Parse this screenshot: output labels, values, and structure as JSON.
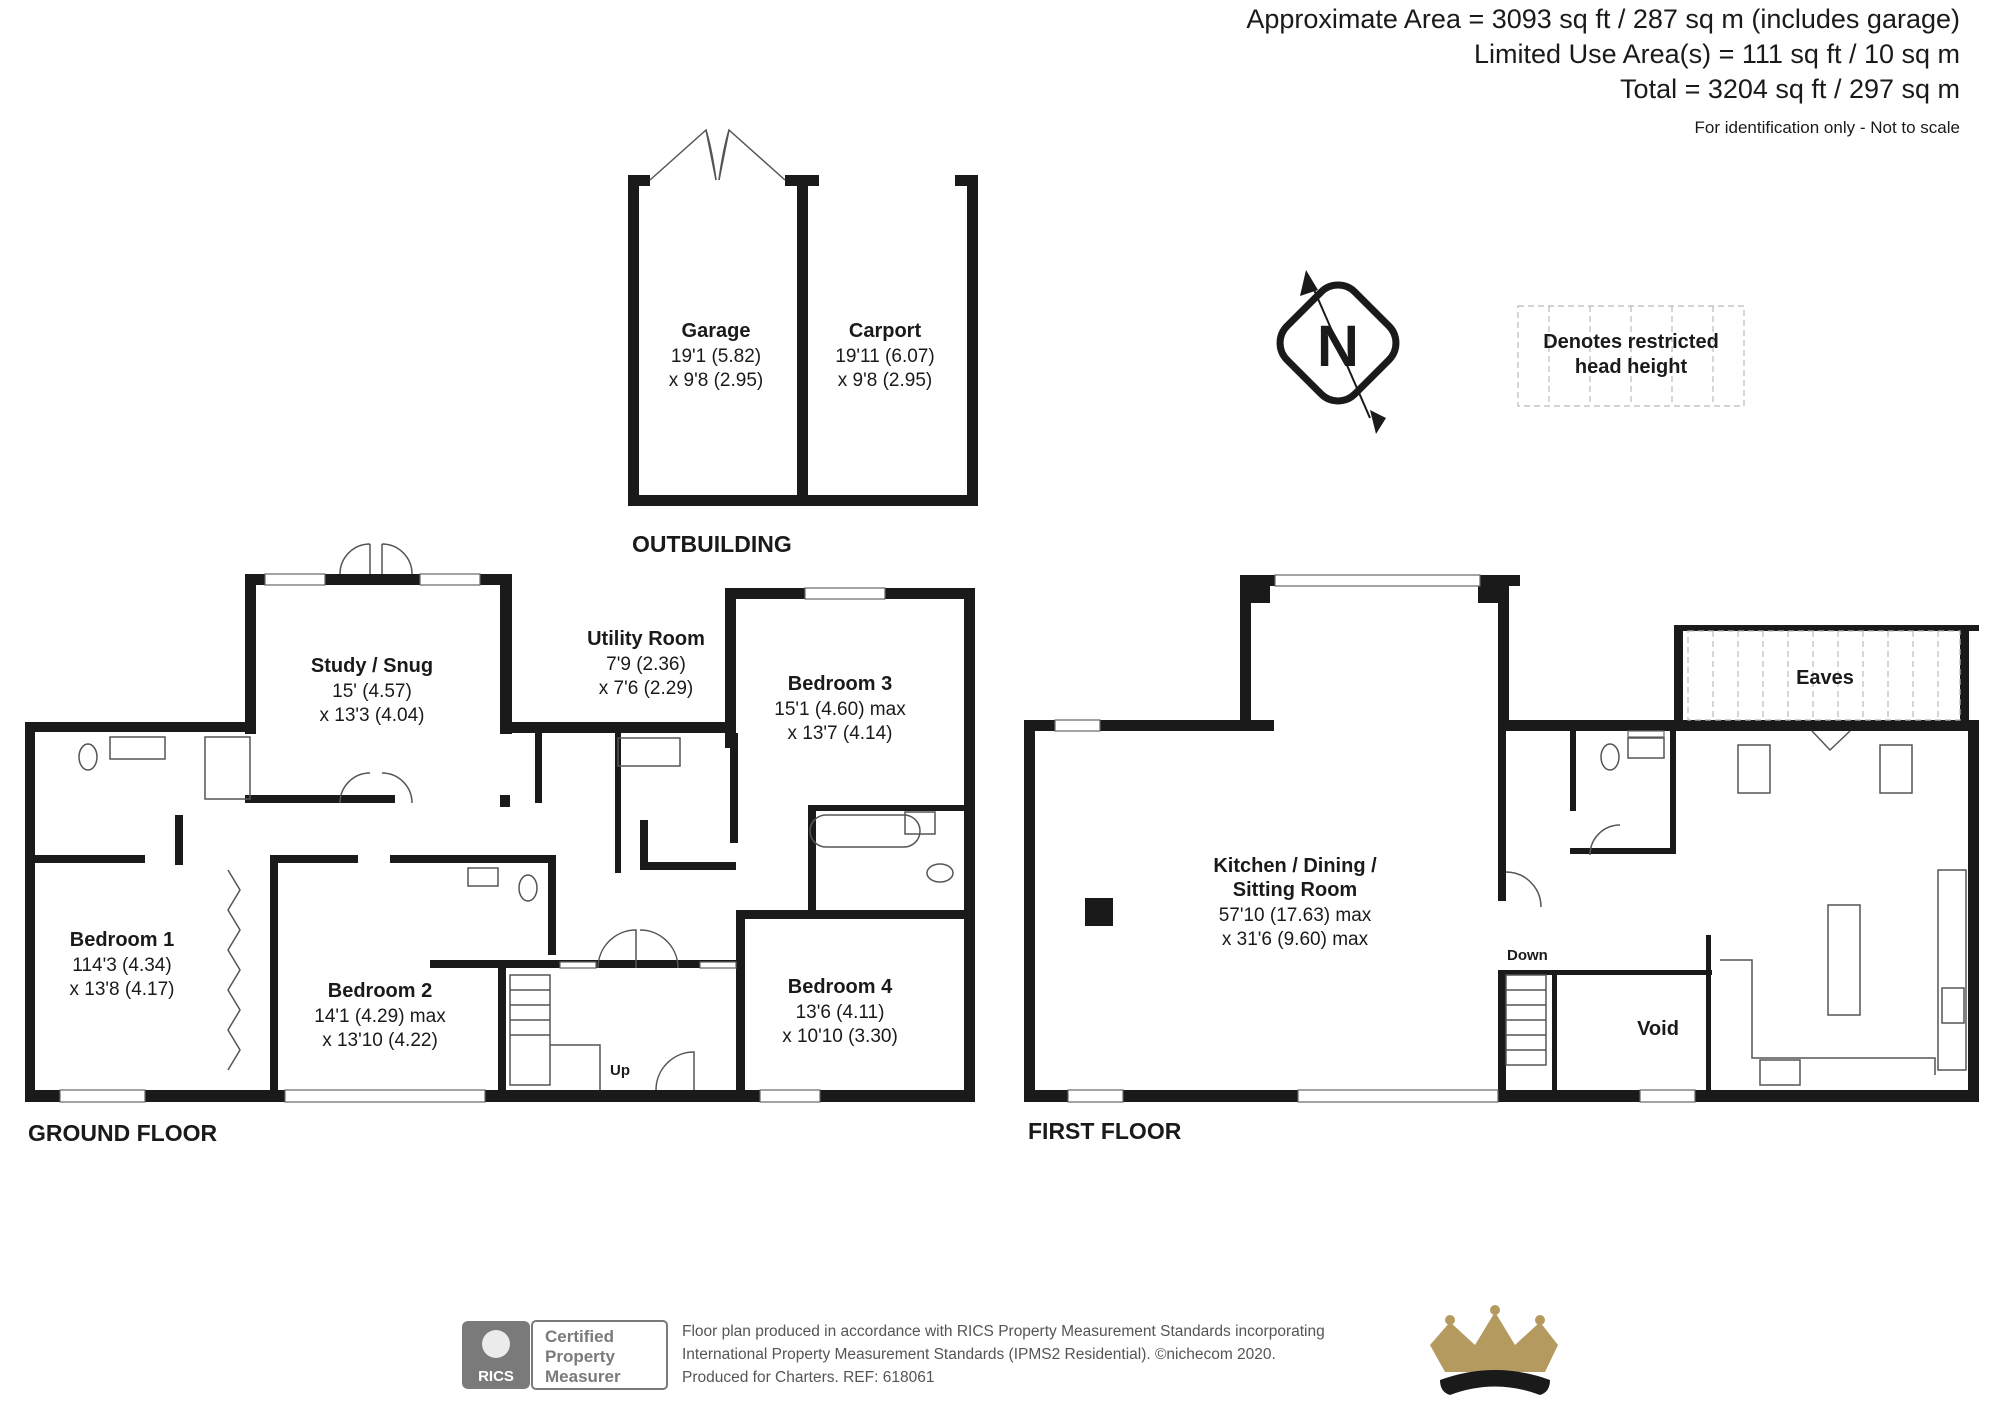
{
  "header": {
    "area_approx": "Approximate Area = 3093 sq ft / 287 sq m (includes garage)",
    "area_limited": "Limited Use Area(s) = 111 sq ft / 10 sq m",
    "area_total": "Total = 3204 sq ft / 297 sq m",
    "disclaimer": "For identification only - Not to scale"
  },
  "legend": {
    "restricted_line1": "Denotes restricted",
    "restricted_line2": "head height"
  },
  "compass": {
    "letter": "N"
  },
  "floors": {
    "outbuilding": "OUTBUILDING",
    "ground": "GROUND FLOOR",
    "first": "FIRST FLOOR"
  },
  "rooms": {
    "garage": {
      "name": "Garage",
      "dim1": "19'1 (5.82)",
      "dim2": "x 9'8 (2.95)"
    },
    "carport": {
      "name": "Carport",
      "dim1": "19'11 (6.07)",
      "dim2": "x 9'8 (2.95)"
    },
    "study": {
      "name": "Study / Snug",
      "dim1": "15' (4.57)",
      "dim2": "x 13'3 (4.04)"
    },
    "utility": {
      "name": "Utility Room",
      "dim1": "7'9 (2.36)",
      "dim2": "x 7'6 (2.29)"
    },
    "bedroom3": {
      "name": "Bedroom 3",
      "dim1": "15'1 (4.60) max",
      "dim2": "x 13'7 (4.14)"
    },
    "bedroom1": {
      "name": "Bedroom 1",
      "dim1": "114'3 (4.34)",
      "dim2": "x 13'8 (4.17)"
    },
    "bedroom2": {
      "name": "Bedroom 2",
      "dim1": "14'1 (4.29) max",
      "dim2": "x 13'10 (4.22)"
    },
    "bedroom4": {
      "name": "Bedroom 4",
      "dim1": "13'6 (4.11)",
      "dim2": "x 10'10 (3.30)"
    },
    "kitchen": {
      "name1": "Kitchen / Dining /",
      "name2": "Sitting Room",
      "dim1": "57'10 (17.63) max",
      "dim2": "x 31'6 (9.60) max"
    },
    "eaves": {
      "name": "Eaves"
    },
    "void": {
      "name": "Void"
    }
  },
  "stairs": {
    "up": "Up",
    "down": "Down"
  },
  "footer": {
    "rics_line1": "Certified",
    "rics_line2": "Property",
    "rics_line3": "Measurer",
    "rics_logo": "RICS",
    "line1": "Floor plan produced in accordance with RICS Property Measurement Standards incorporating",
    "line2": "International Property Measurement Standards (IPMS2 Residential).  ©nichecom 2020.",
    "line3": "Produced for Charters.   REF: 618061"
  },
  "icons": [
    "compass-icon",
    "crown-logo-icon",
    "rics-logo-icon",
    "toilet-icon",
    "sink-icon",
    "bath-icon",
    "shower-icon",
    "hob-icon"
  ]
}
